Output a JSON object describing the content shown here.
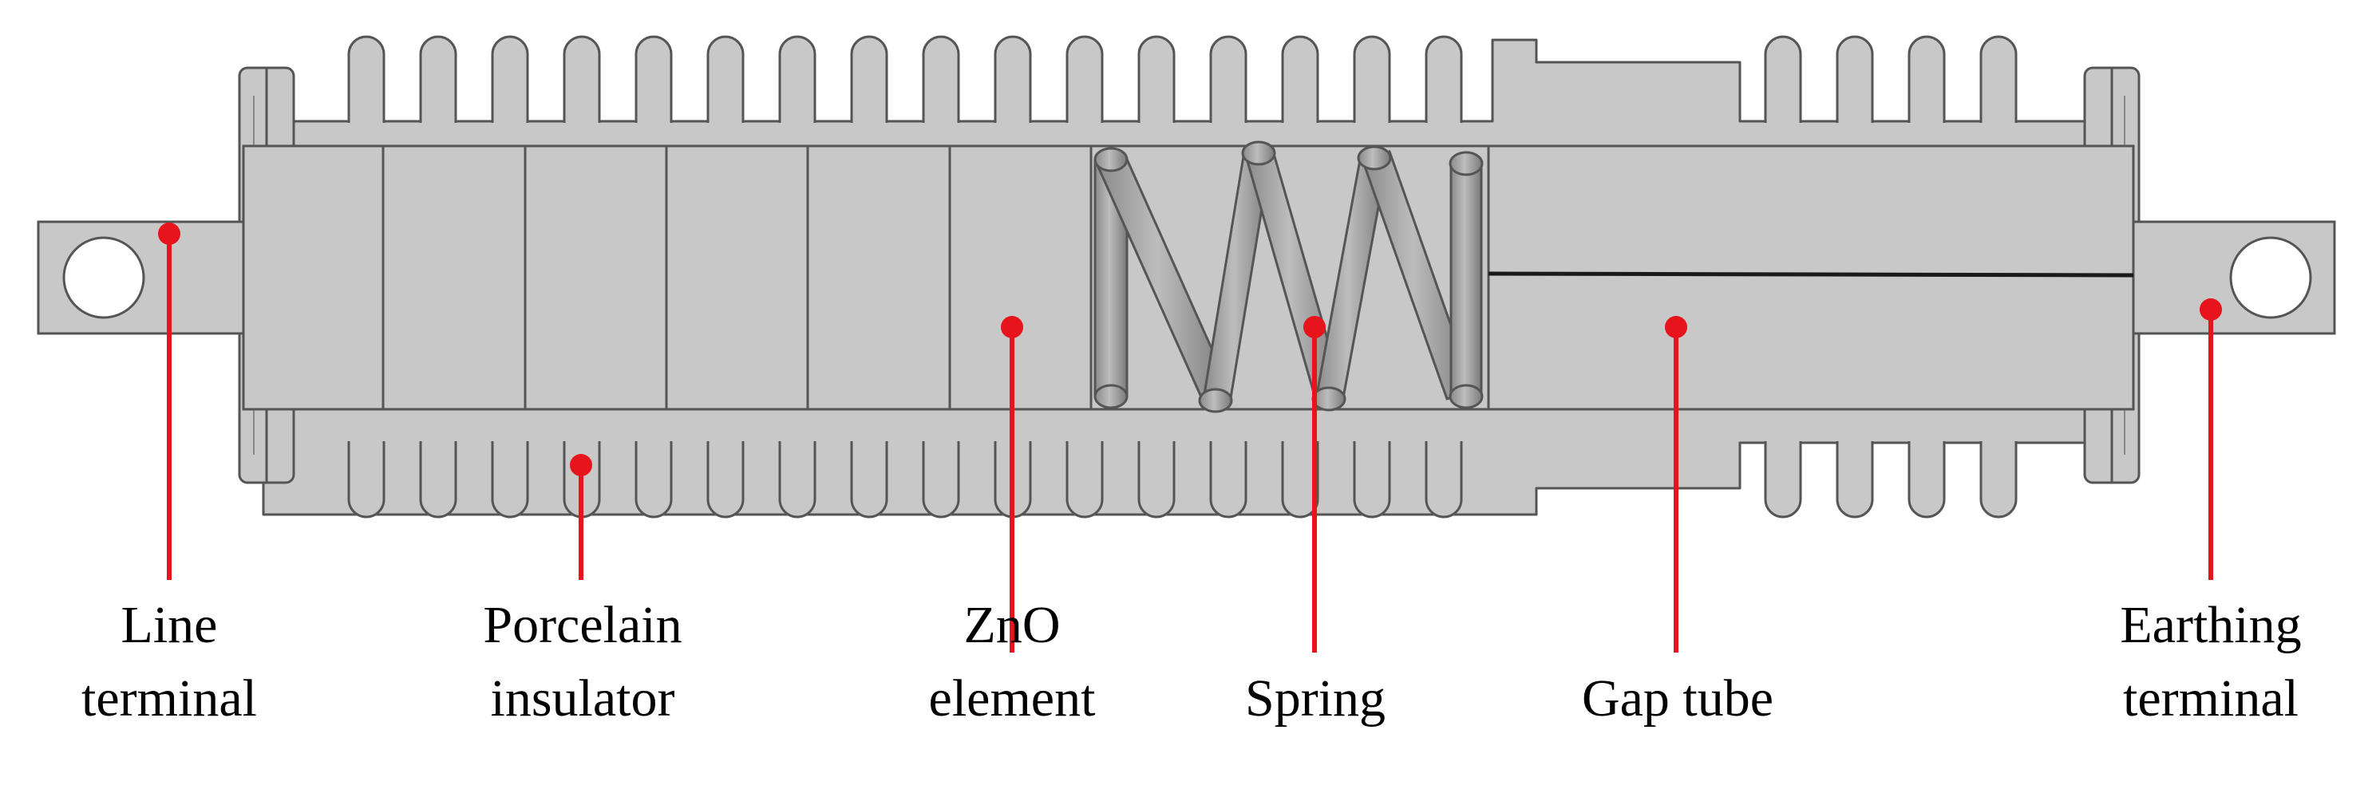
{
  "diagram": {
    "labels": {
      "line_terminal": [
        "Line",
        "terminal"
      ],
      "porcelain_insulator": [
        "Porcelain",
        "insulator"
      ],
      "zno_element": [
        "ZnO",
        "element"
      ],
      "spring": [
        "Spring"
      ],
      "gap_tube": [
        "Gap tube"
      ],
      "earthing_terminal": [
        "Earthing",
        "terminal"
      ]
    },
    "colors": {
      "body_fill": "#c8c8c8",
      "outline": "#555555",
      "leader": "#e8141c",
      "text": "#000000"
    }
  }
}
